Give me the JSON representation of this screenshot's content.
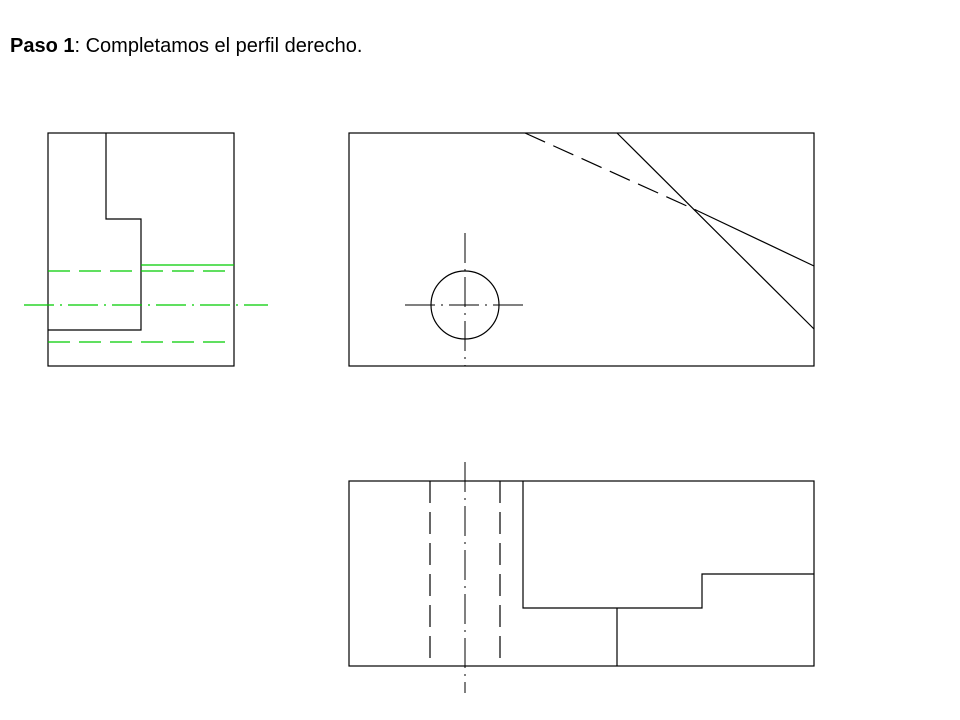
{
  "slide": {
    "step_label": "Paso 1",
    "separator": ":",
    "step_text": " Completamos el perfil derecho."
  },
  "colors": {
    "background": "#ffffff",
    "line": "#000000",
    "added_lines": "#00cc00"
  },
  "views": [
    "right-profile-view",
    "top-view",
    "front-view"
  ]
}
